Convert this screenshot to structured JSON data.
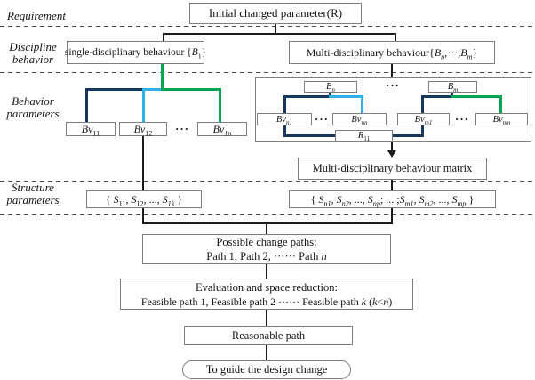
{
  "colors": {
    "navy": "#17375d",
    "cyan": "#2fb0e8",
    "green": "#00a651",
    "line": "#1c1c1c",
    "border": "#7f7f7f"
  },
  "lanes": {
    "requirement": "Requirement",
    "discipline_1": "Discipline",
    "discipline_2": "behavior",
    "behavior_1": "Behavior",
    "behavior_2": "parameters",
    "structure_1": "Structure",
    "structure_2": "parameters"
  },
  "nodes": {
    "initial": "Initial changed parameter(R)",
    "single": [
      {
        "t": "single-disciplinary behaviour {"
      },
      {
        "t": "B",
        "i": true
      },
      {
        "s": "1"
      },
      {
        "t": "}"
      }
    ],
    "multi": [
      {
        "t": "Multi-disciplinary behaviour{"
      },
      {
        "t": "B",
        "i": true
      },
      {
        "s": "n",
        "i": true
      },
      {
        "t": ",···,"
      },
      {
        "t": "B",
        "i": true
      },
      {
        "s": "m",
        "i": true
      },
      {
        "t": "}"
      }
    ],
    "bn": [
      {
        "t": "B",
        "i": true
      },
      {
        "s": "n",
        "i": true
      }
    ],
    "bm": [
      {
        "t": "B",
        "i": true
      },
      {
        "s": "m",
        "i": true
      }
    ],
    "bvn1": [
      {
        "t": "Bv",
        "i": true
      },
      {
        "s": "n1",
        "i": true
      }
    ],
    "bvnn": [
      {
        "t": "Bv",
        "i": true
      },
      {
        "s": "nn",
        "i": true
      }
    ],
    "bvm1": [
      {
        "t": "Bv",
        "i": true
      },
      {
        "s": "m1",
        "i": true
      }
    ],
    "bvmn": [
      {
        "t": "Bv",
        "i": true
      },
      {
        "s": "mn",
        "i": true
      }
    ],
    "r11": [
      {
        "t": "R",
        "i": true
      },
      {
        "s": "11"
      }
    ],
    "bv11": [
      {
        "t": "Bv",
        "i": true
      },
      {
        "s": "11"
      }
    ],
    "bv12": [
      {
        "t": "Bv",
        "i": true
      },
      {
        "s": "12"
      }
    ],
    "bv1n": [
      {
        "t": "Bv",
        "i": true
      },
      {
        "s": "1n",
        "i": true
      }
    ],
    "matrix": "Multi-disciplinary behaviour matrix",
    "struct_left": [
      {
        "t": "{ "
      },
      {
        "t": "S",
        "i": true
      },
      {
        "s": "11"
      },
      {
        "t": ", "
      },
      {
        "t": "S",
        "i": true
      },
      {
        "s": "12"
      },
      {
        "t": ", ..., "
      },
      {
        "t": "S",
        "i": true
      },
      {
        "s": "1k",
        "i": true
      },
      {
        "t": " }"
      }
    ],
    "struct_right": [
      {
        "t": "{ "
      },
      {
        "t": "S",
        "i": true
      },
      {
        "s": "n1",
        "i": true
      },
      {
        "t": ", "
      },
      {
        "t": "S",
        "i": true
      },
      {
        "s": "n2",
        "i": true
      },
      {
        "t": ", ..., "
      },
      {
        "t": "S",
        "i": true
      },
      {
        "s": "np",
        "i": true
      },
      {
        "t": "; ... ;"
      },
      {
        "t": "S",
        "i": true
      },
      {
        "s": "m1",
        "i": true
      },
      {
        "t": ", "
      },
      {
        "t": "S",
        "i": true
      },
      {
        "s": "m2",
        "i": true
      },
      {
        "t": ", ..., "
      },
      {
        "t": "S",
        "i": true
      },
      {
        "s": "mp",
        "i": true
      },
      {
        "t": " }"
      }
    ],
    "possible_title": "Possible change paths:",
    "possible_line2": [
      {
        "t": "Path 1,  Path 2, ······ Path "
      },
      {
        "t": "n",
        "i": true
      }
    ],
    "eval_title": "Evaluation and space reduction:",
    "eval_line2": [
      {
        "t": "Feasible path 1, Feasible path 2 ······ Feasible path "
      },
      {
        "t": "k",
        "i": true
      },
      {
        "t": "  ("
      },
      {
        "t": "k",
        "i": true
      },
      {
        "t": "<"
      },
      {
        "t": "n",
        "i": true
      },
      {
        "t": ")"
      }
    ],
    "reasonable": "Reasonable path",
    "terminal": "To guide the design change",
    "dots": "···"
  }
}
